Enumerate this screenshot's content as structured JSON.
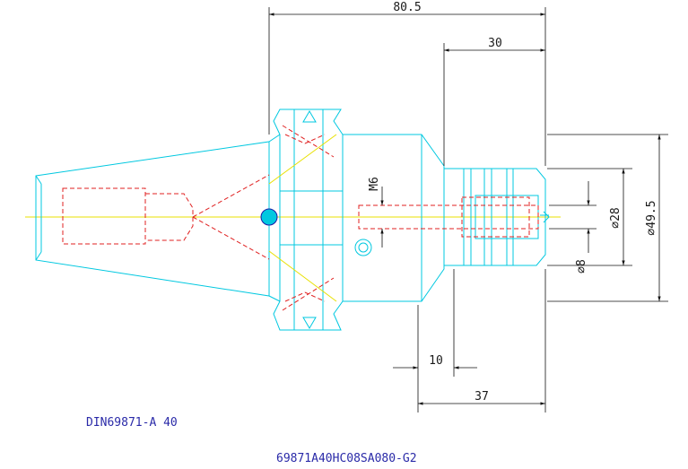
{
  "drawing": {
    "standard_label": "DIN69871-A 40",
    "part_number": "69871A40HC08SA080-G2"
  },
  "dimensions": {
    "overall_length": "80.5",
    "collet_length": "30",
    "shank_step": "10",
    "nose_length": "37",
    "thread": "M6",
    "bore_diameter": "⌀28",
    "outer_diameter": "⌀49.5",
    "clamp_diameter": "⌀8"
  },
  "colors": {
    "outline": "#00c8e0",
    "hidden": "#e02020",
    "centerline": "#e8e000",
    "dimension": "#111111",
    "title_text": "#2a2aa8"
  }
}
